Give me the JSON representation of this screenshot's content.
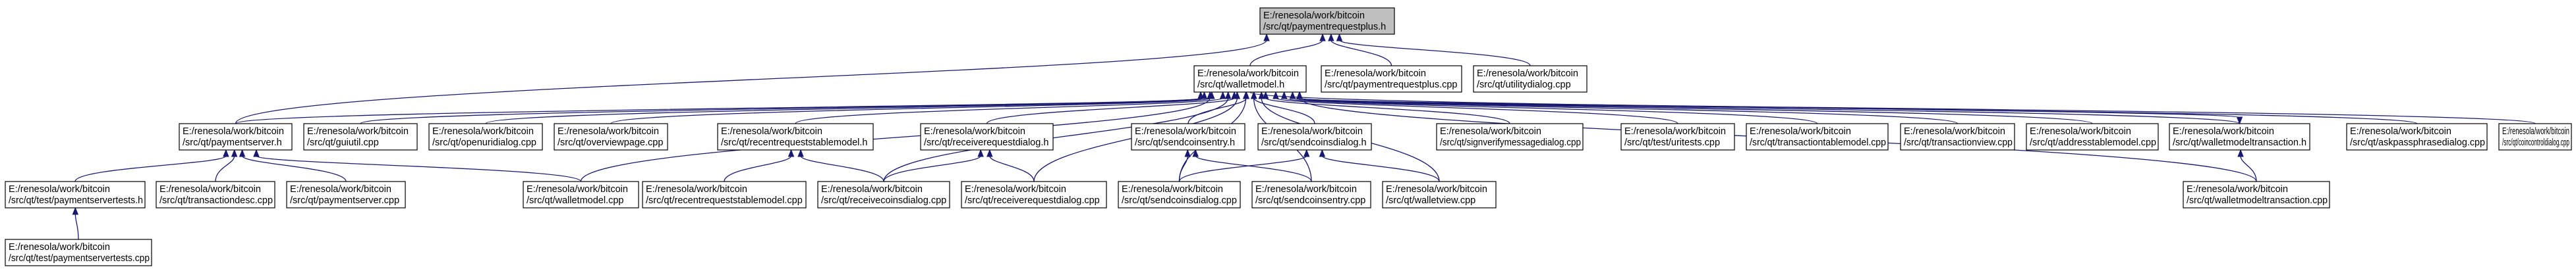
{
  "graph": {
    "nodes": [
      {
        "id": "paymentrequestplus_h",
        "line1": "E:/renesola/work/bitcoin",
        "line2": "/src/qt/paymentrequestplus.h",
        "root": true
      },
      {
        "id": "walletmodel_h",
        "line1": "E:/renesola/work/bitcoin",
        "line2": "/src/qt/walletmodel.h"
      },
      {
        "id": "paymentrequestplus_cpp",
        "line1": "E:/renesola/work/bitcoin",
        "line2": "/src/qt/paymentrequestplus.cpp"
      },
      {
        "id": "utilitydialog_cpp",
        "line1": "E:/renesola/work/bitcoin",
        "line2": "/src/qt/utilitydialog.cpp"
      },
      {
        "id": "paymentserver_h",
        "line1": "E:/renesola/work/bitcoin",
        "line2": "/src/qt/paymentserver.h"
      },
      {
        "id": "guiutil_cpp",
        "line1": "E:/renesola/work/bitcoin",
        "line2": "/src/qt/guiutil.cpp"
      },
      {
        "id": "openuridialog_cpp",
        "line1": "E:/renesola/work/bitcoin",
        "line2": "/src/qt/openuridialog.cpp"
      },
      {
        "id": "overviewpage_cpp",
        "line1": "E:/renesola/work/bitcoin",
        "line2": "/src/qt/overviewpage.cpp"
      },
      {
        "id": "recentrequeststablemodel_h",
        "line1": "E:/renesola/work/bitcoin",
        "line2": "/src/qt/recentrequeststablemodel.h"
      },
      {
        "id": "receiverequestdialog_h",
        "line1": "E:/renesola/work/bitcoin",
        "line2": "/src/qt/receiverequestdialog.h"
      },
      {
        "id": "sendcoinsentry_h",
        "line1": "E:/renesola/work/bitcoin",
        "line2": "/src/qt/sendcoinsentry.h"
      },
      {
        "id": "sendcoinsdialog_h",
        "line1": "E:/renesola/work/bitcoin",
        "line2": "/src/qt/sendcoinsdialog.h"
      },
      {
        "id": "signverifymessagedialog_cpp",
        "line1": "E:/renesola/work/bitcoin",
        "line2": "/src/qt/signverifymessagedialog.cpp"
      },
      {
        "id": "uritests_cpp",
        "line1": "E:/renesola/work/bitcoin",
        "line2": "/src/qt/test/uritests.cpp"
      },
      {
        "id": "transactiontablemodel_cpp",
        "line1": "E:/renesola/work/bitcoin",
        "line2": "/src/qt/transactiontablemodel.cpp"
      },
      {
        "id": "transactionview_cpp",
        "line1": "E:/renesola/work/bitcoin",
        "line2": "/src/qt/transactionview.cpp"
      },
      {
        "id": "addresstablemodel_cpp",
        "line1": "E:/renesola/work/bitcoin",
        "line2": "/src/qt/addresstablemodel.cpp"
      },
      {
        "id": "walletmodeltransaction_h",
        "line1": "E:/renesola/work/bitcoin",
        "line2": "/src/qt/walletmodeltransaction.h"
      },
      {
        "id": "askpassphrasedialog_cpp",
        "line1": "E:/renesola/work/bitcoin",
        "line2": "/src/qt/askpassphrasedialog.cpp"
      },
      {
        "id": "coincontroldialog_cpp",
        "line1": "E:/renesola/work/bitcoin",
        "line2": "/src/qt/coincontroldialog.cpp"
      },
      {
        "id": "paymentservertests_h",
        "line1": "E:/renesola/work/bitcoin",
        "line2": "/src/qt/test/paymentservertests.h"
      },
      {
        "id": "transactiondesc_cpp",
        "line1": "E:/renesola/work/bitcoin",
        "line2": "/src/qt/transactiondesc.cpp"
      },
      {
        "id": "paymentserver_cpp",
        "line1": "E:/renesola/work/bitcoin",
        "line2": "/src/qt/paymentserver.cpp"
      },
      {
        "id": "walletmodel_cpp",
        "line1": "E:/renesola/work/bitcoin",
        "line2": "/src/qt/walletmodel.cpp"
      },
      {
        "id": "recentrequeststablemodel_cpp",
        "line1": "E:/renesola/work/bitcoin",
        "line2": "/src/qt/recentrequeststablemodel.cpp"
      },
      {
        "id": "receivecoinsdialog_cpp",
        "line1": "E:/renesola/work/bitcoin",
        "line2": "/src/qt/receivecoinsdialog.cpp"
      },
      {
        "id": "receiverequestdialog_cpp",
        "line1": "E:/renesola/work/bitcoin",
        "line2": "/src/qt/receiverequestdialog.cpp"
      },
      {
        "id": "sendcoinsdialog_cpp",
        "line1": "E:/renesola/work/bitcoin",
        "line2": "/src/qt/sendcoinsdialog.cpp"
      },
      {
        "id": "sendcoinsentry_cpp",
        "line1": "E:/renesola/work/bitcoin",
        "line2": "/src/qt/sendcoinsentry.cpp"
      },
      {
        "id": "walletview_cpp",
        "line1": "E:/renesola/work/bitcoin",
        "line2": "/src/qt/walletview.cpp"
      },
      {
        "id": "walletmodeltransaction_cpp",
        "line1": "E:/renesola/work/bitcoin",
        "line2": "/src/qt/walletmodeltransaction.cpp"
      },
      {
        "id": "paymentservertests_cpp",
        "line1": "E:/renesola/work/bitcoin",
        "line2": "/src/qt/test/paymentservertests.cpp"
      }
    ],
    "edges": [
      [
        "paymentrequestplus_h",
        "walletmodel_h"
      ],
      [
        "paymentrequestplus_h",
        "paymentrequestplus_cpp"
      ],
      [
        "paymentrequestplus_h",
        "utilitydialog_cpp"
      ],
      [
        "paymentrequestplus_h",
        "paymentserver_h"
      ],
      [
        "walletmodel_h",
        "paymentserver_h"
      ],
      [
        "walletmodel_h",
        "guiutil_cpp"
      ],
      [
        "walletmodel_h",
        "openuridialog_cpp"
      ],
      [
        "walletmodel_h",
        "overviewpage_cpp"
      ],
      [
        "walletmodel_h",
        "recentrequeststablemodel_h"
      ],
      [
        "walletmodel_h",
        "receiverequestdialog_h"
      ],
      [
        "walletmodel_h",
        "sendcoinsentry_h"
      ],
      [
        "walletmodel_h",
        "sendcoinsdialog_h"
      ],
      [
        "walletmodel_h",
        "signverifymessagedialog_cpp"
      ],
      [
        "walletmodel_h",
        "uritests_cpp"
      ],
      [
        "walletmodel_h",
        "transactiontablemodel_cpp"
      ],
      [
        "walletmodel_h",
        "transactionview_cpp"
      ],
      [
        "walletmodel_h",
        "addresstablemodel_cpp"
      ],
      [
        "walletmodel_h",
        "walletmodeltransaction_h"
      ],
      [
        "walletmodel_h",
        "askpassphrasedialog_cpp"
      ],
      [
        "walletmodel_h",
        "coincontroldialog_cpp"
      ],
      [
        "walletmodel_h",
        "walletmodel_cpp"
      ],
      [
        "walletmodel_h",
        "receivecoinsdialog_cpp"
      ],
      [
        "walletmodel_h",
        "receiverequestdialog_cpp"
      ],
      [
        "walletmodel_h",
        "sendcoinsdialog_cpp"
      ],
      [
        "walletmodel_h",
        "sendcoinsentry_cpp"
      ],
      [
        "walletmodel_h",
        "walletview_cpp"
      ],
      [
        "walletmodel_h",
        "walletmodeltransaction_cpp"
      ],
      [
        "paymentserver_h",
        "paymentservertests_h"
      ],
      [
        "paymentserver_h",
        "transactiondesc_cpp"
      ],
      [
        "paymentserver_h",
        "paymentserver_cpp"
      ],
      [
        "paymentserver_h",
        "walletmodel_cpp"
      ],
      [
        "recentrequeststablemodel_h",
        "recentrequeststablemodel_cpp"
      ],
      [
        "recentrequeststablemodel_h",
        "receivecoinsdialog_cpp"
      ],
      [
        "receiverequestdialog_h",
        "receivecoinsdialog_cpp"
      ],
      [
        "receiverequestdialog_h",
        "receiverequestdialog_cpp"
      ],
      [
        "sendcoinsentry_h",
        "sendcoinsdialog_cpp"
      ],
      [
        "sendcoinsentry_h",
        "sendcoinsentry_cpp"
      ],
      [
        "sendcoinsdialog_h",
        "sendcoinsdialog_cpp"
      ],
      [
        "sendcoinsdialog_h",
        "walletview_cpp"
      ],
      [
        "walletmodeltransaction_h",
        "walletmodel_h"
      ],
      [
        "walletmodeltransaction_h",
        "walletmodeltransaction_cpp"
      ],
      [
        "paymentservertests_h",
        "paymentservertests_cpp"
      ]
    ]
  }
}
